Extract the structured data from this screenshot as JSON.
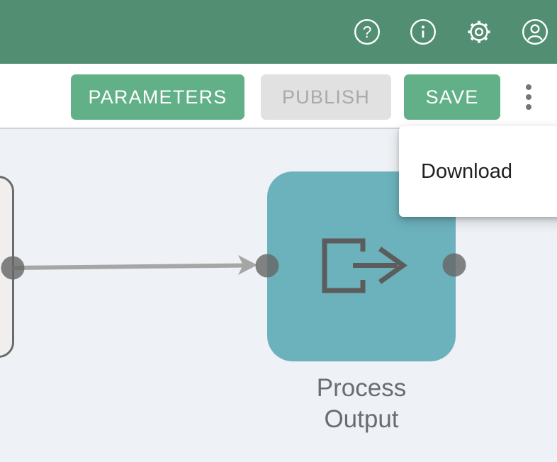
{
  "app": {
    "header_color": "#528E71",
    "accent_color": "#62B087",
    "canvas_color": "#EEF1F5",
    "node_teal_color": "#6CB2BC",
    "disabled_button_bg": "#E1E1E1"
  },
  "header": {
    "icons": [
      {
        "name": "help-icon"
      },
      {
        "name": "info-icon"
      },
      {
        "name": "settings-icon"
      },
      {
        "name": "account-icon"
      }
    ]
  },
  "toolbar": {
    "parameters": {
      "label": "PARAMETERS",
      "enabled": true
    },
    "publish": {
      "label": "PUBLISH",
      "enabled": false
    },
    "save": {
      "label": "SAVE",
      "enabled": true
    },
    "more_icon": "more-vert-icon"
  },
  "more_menu": {
    "open": true,
    "items": [
      {
        "label": "Download"
      }
    ]
  },
  "canvas": {
    "nodes": [
      {
        "name": "upstream-node",
        "partial": true,
        "label": ""
      },
      {
        "name": "process-output-node",
        "label": "Process Output",
        "icon": "export-icon",
        "color": "#6CB2BC"
      }
    ],
    "connections": [
      {
        "from": "upstream-node",
        "to": "process-output-node"
      }
    ]
  }
}
